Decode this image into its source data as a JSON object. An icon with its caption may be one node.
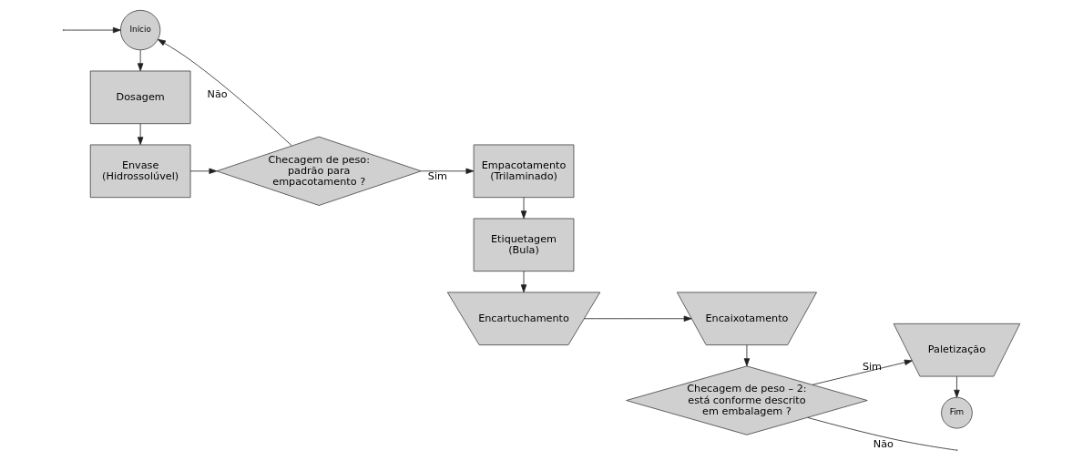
{
  "diagram": {
    "nodes": [
      {
        "text": [
          "Início"
        ]
      },
      {
        "text": [
          "Dosagem"
        ]
      },
      {
        "text": [
          "Envase (Hidrossolúvel)"
        ]
      },
      {
        "text": [
          "Checagem de peso: padrão para empacotamento ?"
        ]
      },
      {
        "text": [
          "Empacotamento (Trilaminado)"
        ]
      },
      {
        "text": [
          "Etiquetagem (Bula)"
        ]
      },
      {
        "text": [
          "Encartuchamento"
        ]
      },
      {
        "text": [
          "Encaixotamento"
        ]
      },
      {
        "text": [
          "Checagem de peso – 2: está conforme descrito em embalagem ?"
        ]
      },
      {
        "text": [
          "Paletização"
        ]
      },
      {
        "text": [
          "Fim"
        ]
      }
    ],
    "edges": [
      {
        "from": 0,
        "to": 1,
        "arrow": "to"
      },
      {
        "from": 1,
        "to": 2,
        "arrow": "to"
      },
      {
        "from": 2,
        "to": 3,
        "arrow": "to"
      },
      {
        "from": 3,
        "to": 4,
        "arrow": "to",
        "label": "Sim"
      },
      {
        "from": 3,
        "to": 0,
        "arrow": "to",
        "label": "Não"
      },
      {
        "from": 4,
        "to": 5,
        "arrow": "to"
      },
      {
        "from": 5,
        "to": 6,
        "arrow": "to"
      },
      {
        "from": 6,
        "to": 7,
        "arrow": "to"
      },
      {
        "from": 7,
        "to": 8,
        "arrow": "to"
      },
      {
        "from": 8,
        "to": 9,
        "arrow": "to",
        "label": "Sim"
      },
      {
        "from": 9,
        "to": 10,
        "arrow": "to"
      },
      {
        "from": 8,
        "to": null,
        "arrow": "none",
        "label": "Não"
      },
      {
        "from": null,
        "to": 0,
        "arrow": "to"
      }
    ]
  }
}
